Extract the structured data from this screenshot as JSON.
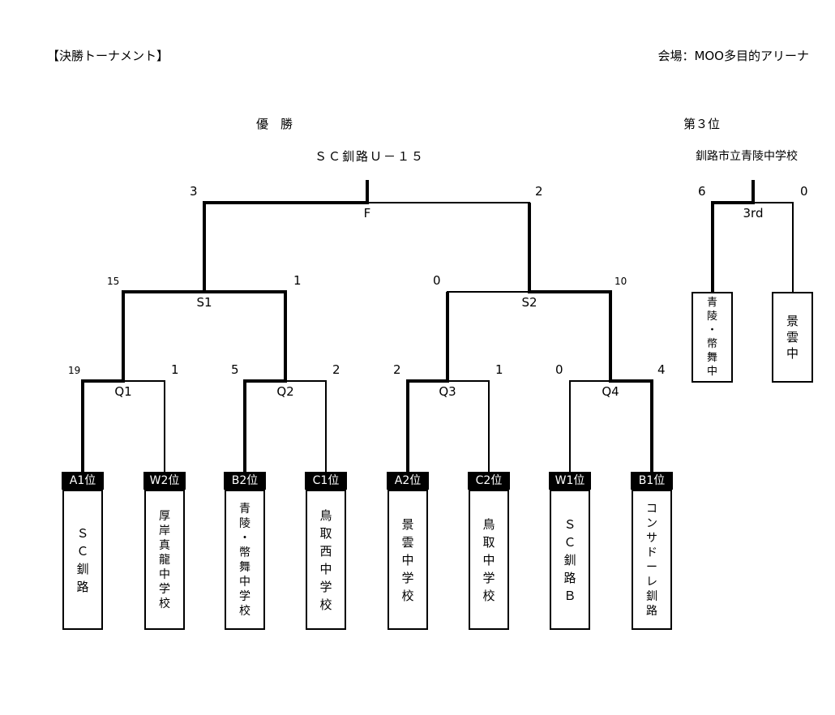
{
  "header": {
    "title": "【決勝トーナメント】",
    "venue": "会場：MOO多目的アリーナ"
  },
  "champion": {
    "label": "優　勝",
    "team": "ＳＣ釧路Ｕ－１５"
  },
  "third_place": {
    "label": "第３位",
    "team": "釧路市立青陵中学校",
    "round_label": "3rd",
    "score_left": "6",
    "score_right": "0",
    "teams": [
      "青陵・幣舞中",
      "景雲中"
    ]
  },
  "rounds": {
    "final": {
      "label": "F",
      "score_left": "3",
      "score_right": "2"
    },
    "semis": [
      {
        "label": "S1",
        "score_left": "15",
        "score_right": "1"
      },
      {
        "label": "S2",
        "score_left": "0",
        "score_right": "10"
      }
    ],
    "quarters": [
      {
        "label": "Q1",
        "score_left": "19",
        "score_right": "1"
      },
      {
        "label": "Q2",
        "score_left": "5",
        "score_right": "2"
      },
      {
        "label": "Q3",
        "score_left": "2",
        "score_right": "1"
      },
      {
        "label": "Q4",
        "score_left": "0",
        "score_right": "4"
      }
    ]
  },
  "entries": [
    {
      "seed": "A1位",
      "team": "ＳＣ釧路"
    },
    {
      "seed": "W2位",
      "team": "厚岸真龍中学校"
    },
    {
      "seed": "B2位",
      "team": "青陵・幣舞中学校"
    },
    {
      "seed": "C1位",
      "team": "鳥取西中学校"
    },
    {
      "seed": "A2位",
      "team": "景雲中学校"
    },
    {
      "seed": "C2位",
      "team": "鳥取中学校"
    },
    {
      "seed": "W1位",
      "team": "ＳＣ釧路Ｂ"
    },
    {
      "seed": "B1位",
      "team": "コンサドーレ釧路"
    }
  ]
}
